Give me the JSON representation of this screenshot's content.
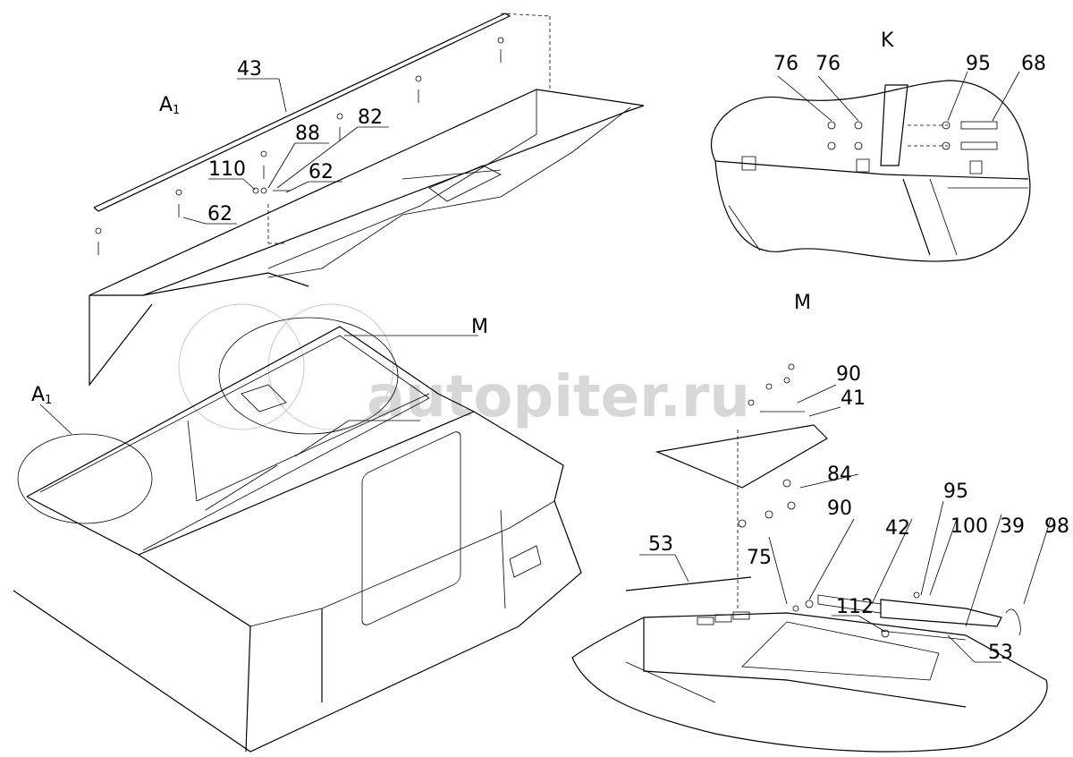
{
  "watermark": "autopiter.ru",
  "views": {
    "a1_top": "A",
    "a1_top_sub": "1",
    "a1_main": "A",
    "a1_main_sub": "1",
    "k": "K",
    "m_detail": "M",
    "m_main": "M"
  },
  "callouts": {
    "c43": "43",
    "c88": "88",
    "c82": "82",
    "c110": "110",
    "c62a": "62",
    "c62b": "62",
    "c76a": "76",
    "c76b": "76",
    "c95a": "95",
    "c68": "68",
    "c90a": "90",
    "c41": "41",
    "c84": "84",
    "c90b": "90",
    "c75": "75",
    "c53a": "53",
    "c95b": "95",
    "c100": "100",
    "c39": "39",
    "c98": "98",
    "c42": "42",
    "c112": "112",
    "c53b": "53"
  },
  "colors": {
    "line": "#000000",
    "watermark": "#d7d7d7"
  }
}
